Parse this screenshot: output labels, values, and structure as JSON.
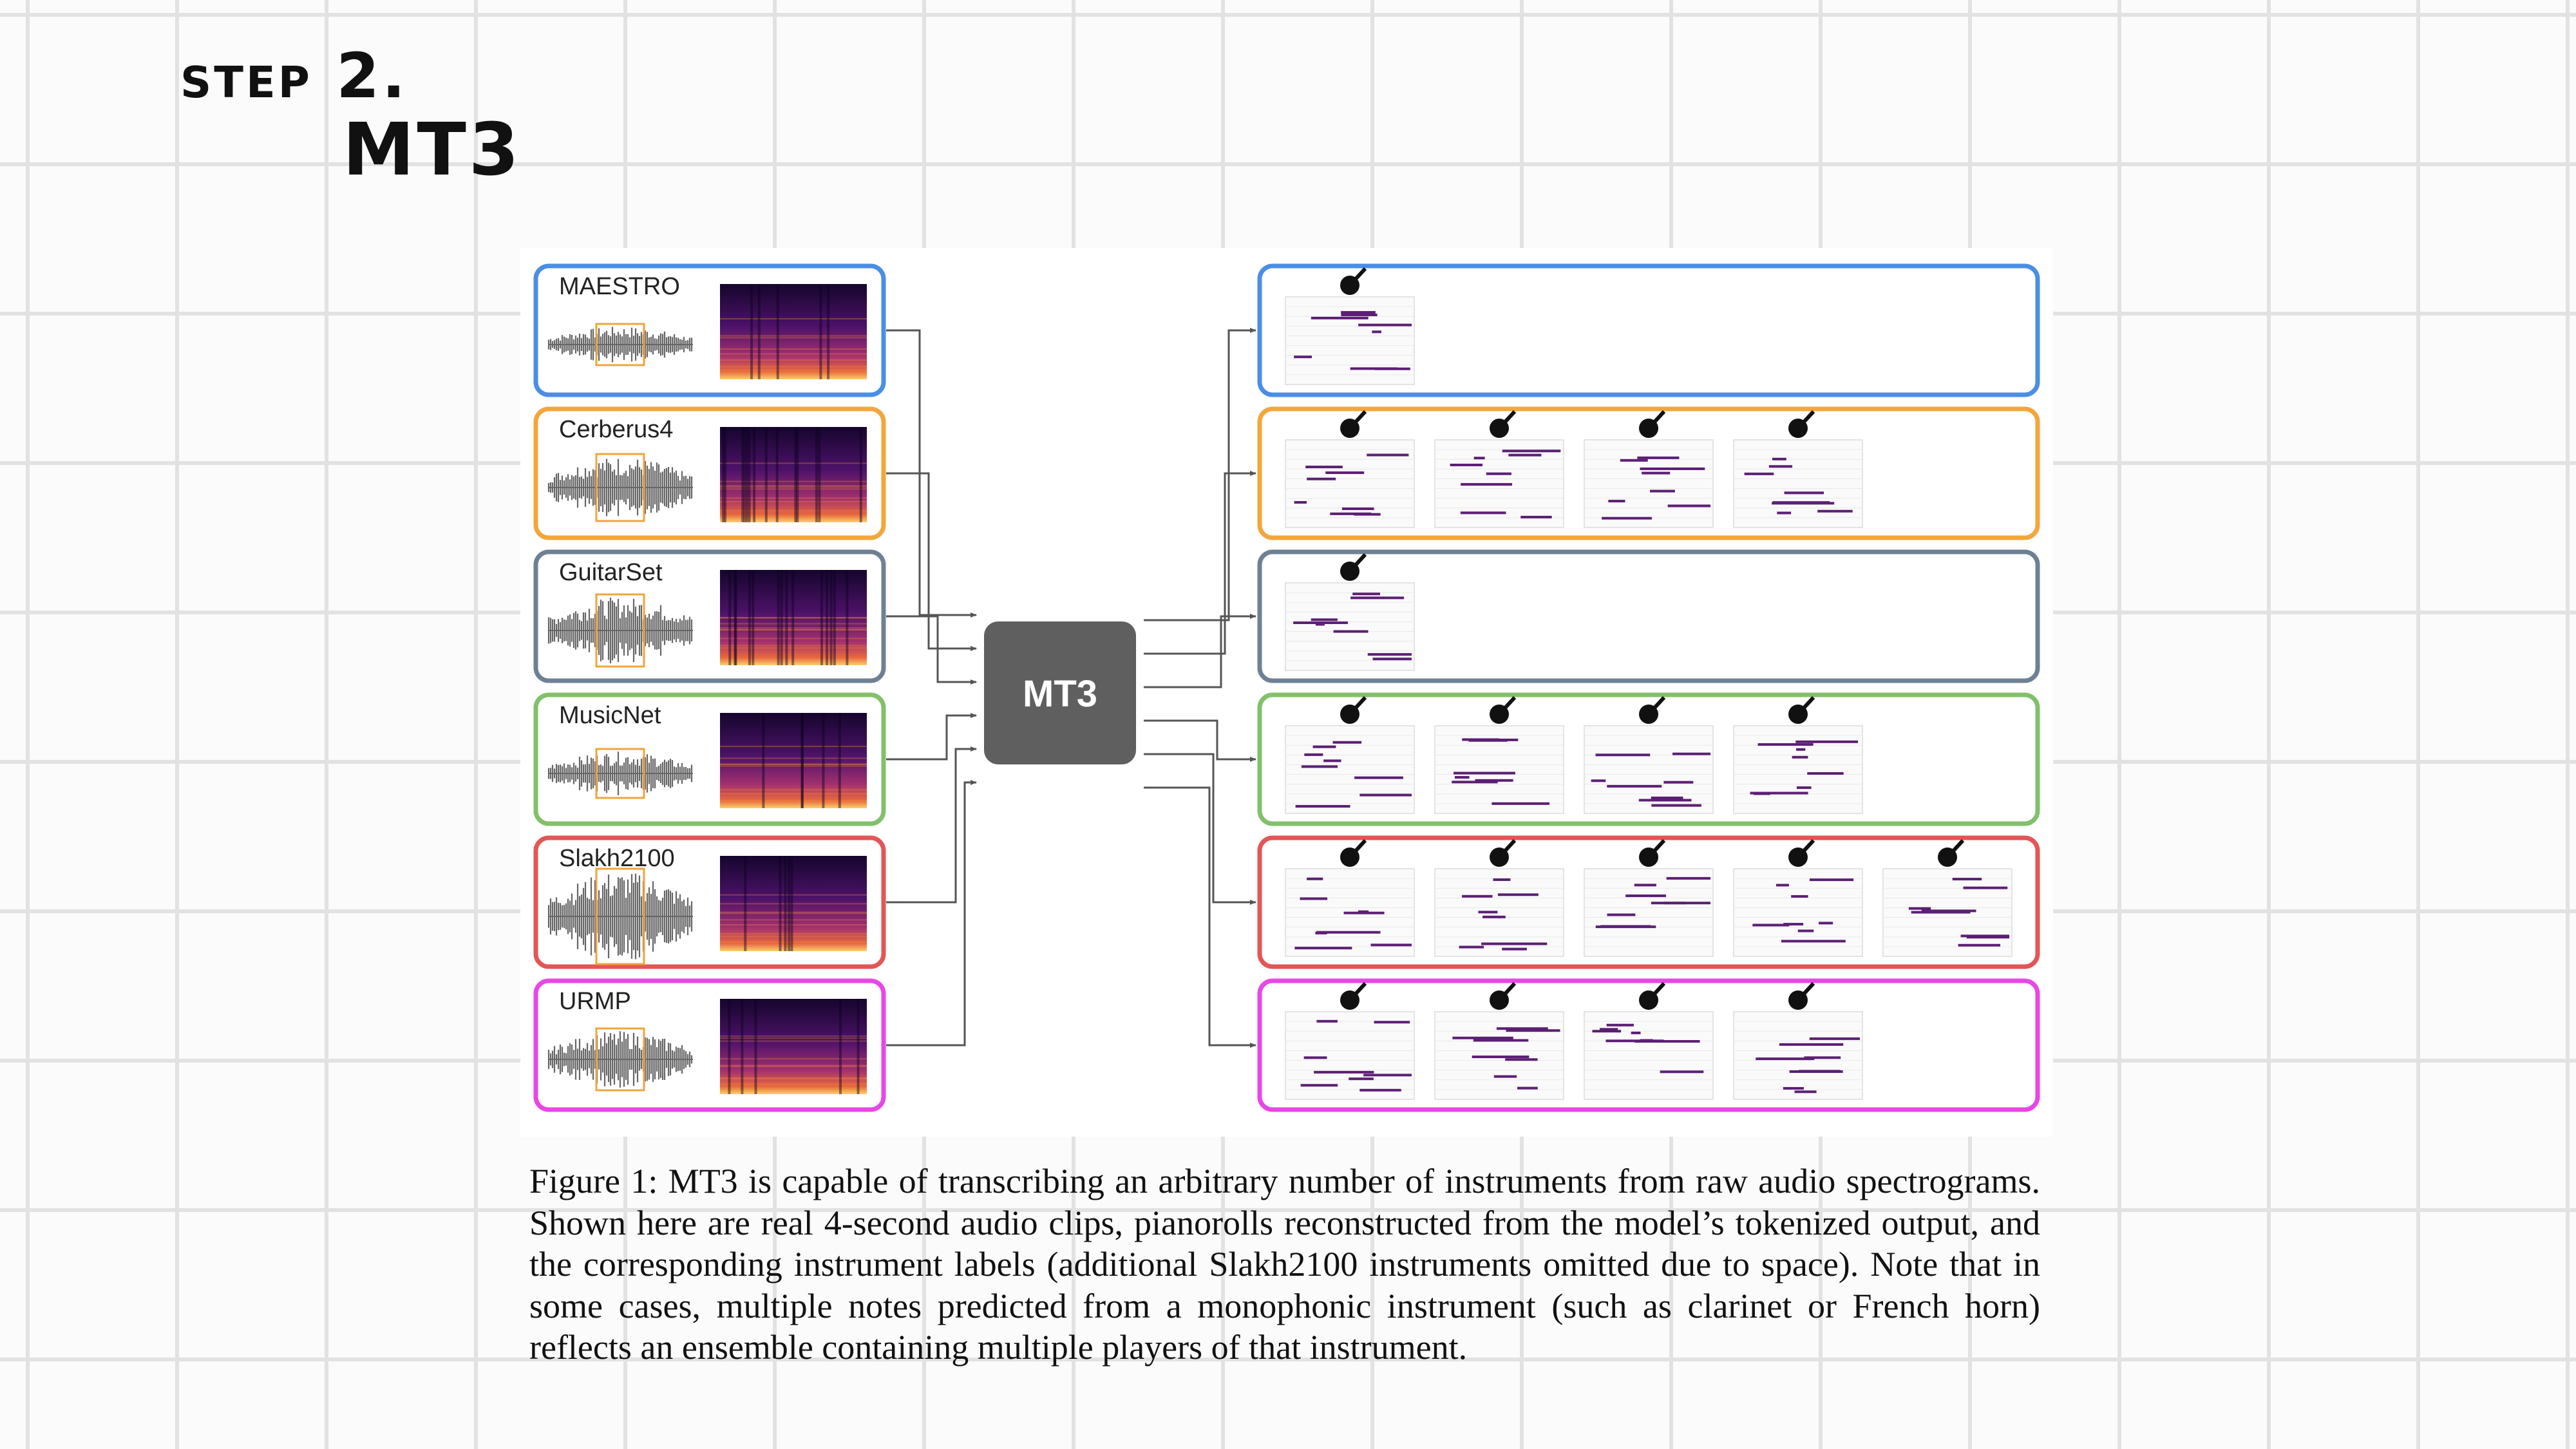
{
  "slide": {
    "step_label": "step 2.",
    "title": "MT3"
  },
  "diagram": {
    "model_label": "MT3",
    "colors": {
      "blue": "#4a8ee6",
      "orange": "#f3a63b",
      "slate": "#6e8194",
      "green": "#82c06a",
      "red": "#e45555",
      "magenta": "#e946e6",
      "model_box": "#5f5f5f",
      "note": "#5c1f74"
    },
    "datasets": [
      {
        "name": "MAESTRO",
        "color": "blue",
        "instrument_icons": [
          "piano-icon"
        ]
      },
      {
        "name": "Cerberus4",
        "color": "orange",
        "instrument_icons": [
          "piano-icon",
          "electric-guitar-icon",
          "electric-guitar-icon",
          "drums-icon"
        ]
      },
      {
        "name": "GuitarSet",
        "color": "slate",
        "instrument_icons": [
          "acoustic-guitar-icon"
        ]
      },
      {
        "name": "MusicNet",
        "color": "green",
        "instrument_icons": [
          "clarinet-icon",
          "bassoon-icon",
          "oboe-icon",
          "french-horn-icon"
        ]
      },
      {
        "name": "Slakh2100",
        "color": "red",
        "instrument_icons": [
          "synth-keyboard-icon",
          "electric-guitar-icon",
          "bass-guitar-icon",
          "drums-icon",
          "strings-icon"
        ]
      },
      {
        "name": "URMP",
        "color": "magenta",
        "instrument_icons": [
          "violin-icon",
          "cello-icon",
          "viola-icon",
          "guitar-icon"
        ]
      }
    ]
  },
  "caption": {
    "text": "Figure 1: MT3 is capable of transcribing an arbitrary number of instruments from raw audio spectrograms.  Shown here are real 4-second audio clips, pianorolls reconstructed from the model’s tokenized output, and the corresponding instrument labels (additional Slakh2100 instruments omitted due to space). Note that in some cases, multiple notes predicted from a monophonic instrument (such as clarinet or French horn) reflects an ensemble containing multiple players of that instrument."
  }
}
